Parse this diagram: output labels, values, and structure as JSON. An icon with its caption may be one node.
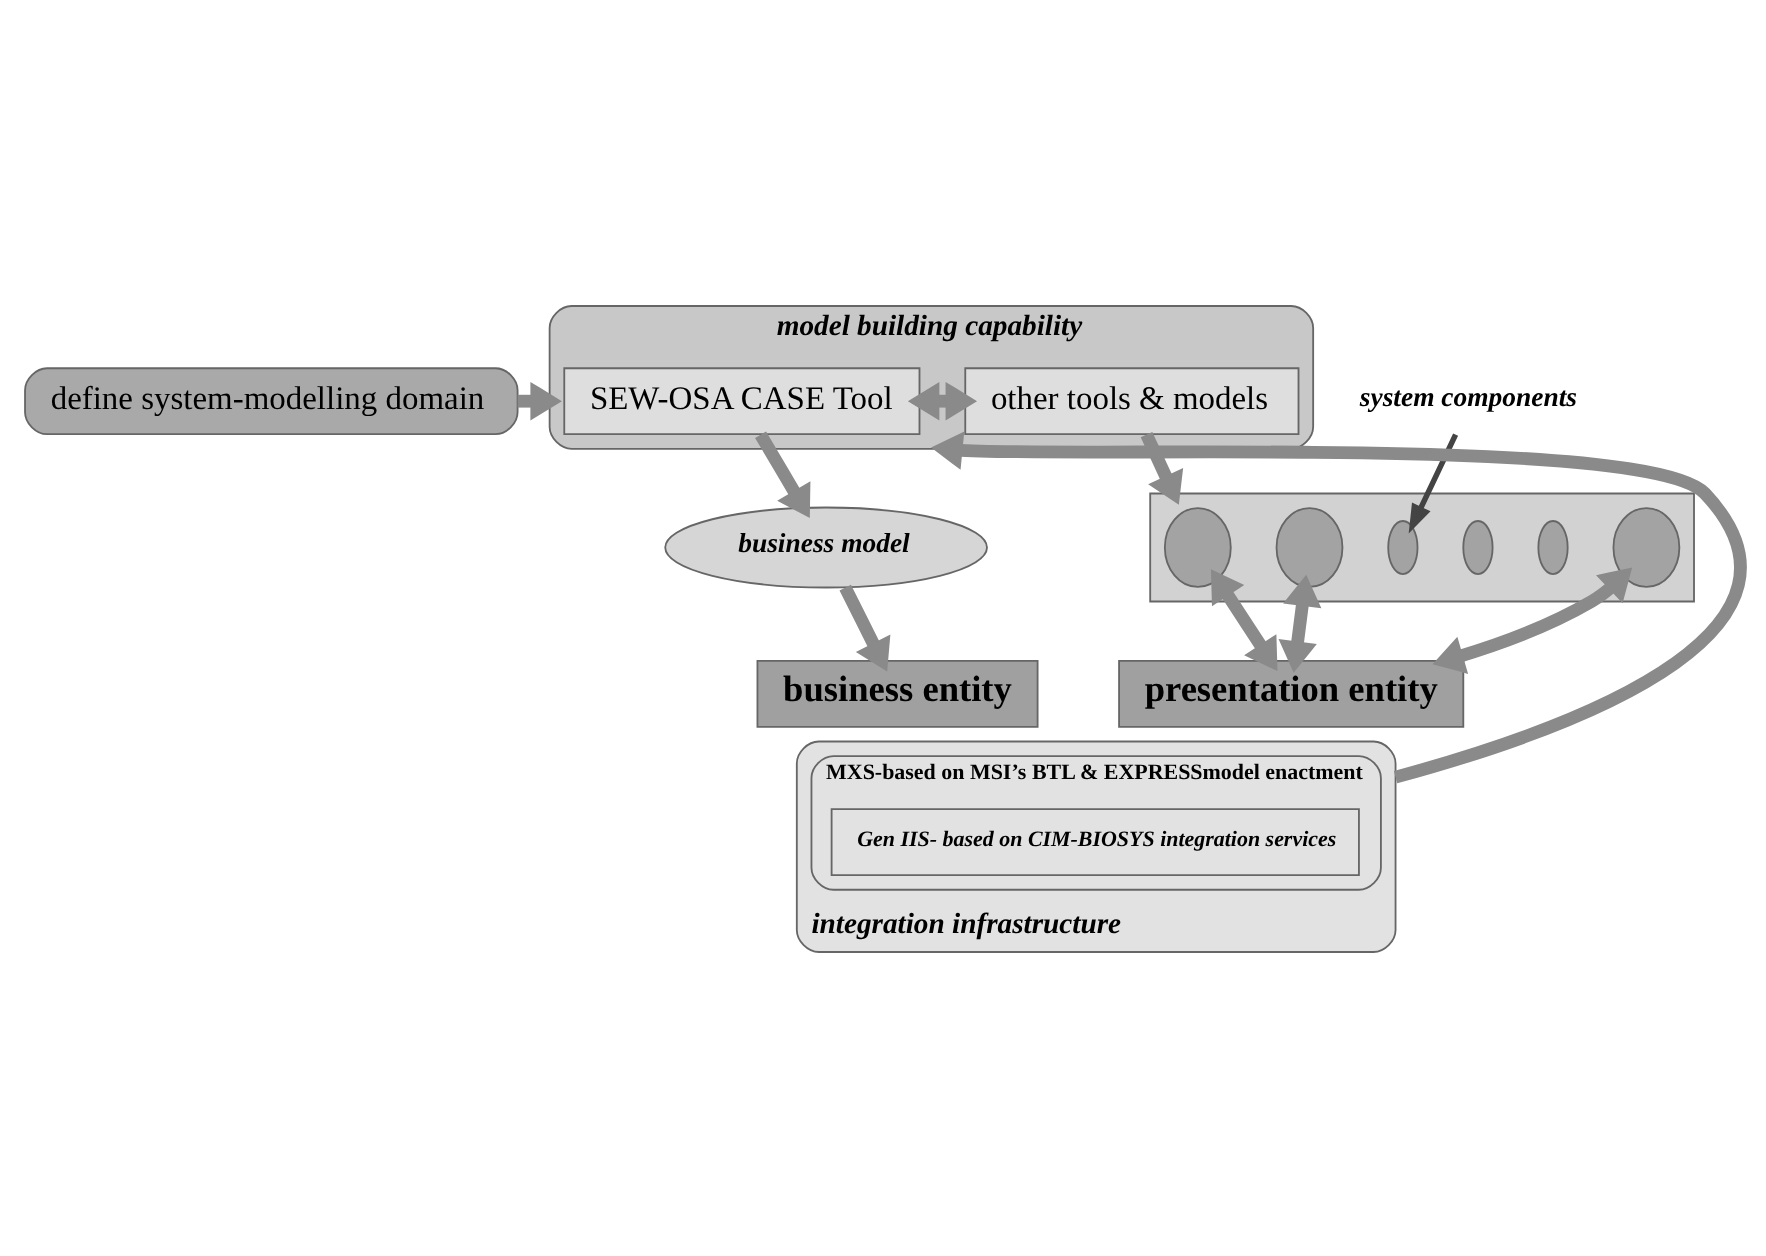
{
  "diagram": {
    "nodes": [
      {
        "text": [
          "define system-modelling domain"
        ]
      },
      {
        "text": [
          "model building capability"
        ]
      },
      {
        "text": [
          "SEW-OSA CASE Tool"
        ],
        "in": 1
      },
      {
        "text": [
          "other tools & models"
        ],
        "in": 1
      },
      {
        "text": [
          "business model"
        ]
      },
      {
        "text": [],
        "shape": "box"
      },
      {
        "text": [],
        "shape": "circle",
        "in": 5
      },
      {
        "text": [],
        "shape": "circle",
        "in": 5
      },
      {
        "text": [],
        "shape": "circle",
        "in": 5
      },
      {
        "text": [],
        "shape": "circle",
        "in": 5
      },
      {
        "text": [],
        "shape": "circle",
        "in": 5
      },
      {
        "text": [],
        "shape": "circle",
        "in": 5
      },
      {
        "text": [
          "system components"
        ]
      },
      {
        "text": [
          "business entity"
        ]
      },
      {
        "text": [
          "presentation entity"
        ]
      },
      {
        "text": [
          "integration infrastructure"
        ]
      },
      {
        "text": [
          "MXS-based on MSI’s BTL & EXPRESSmodel enactment"
        ],
        "in": 15
      },
      {
        "text": [
          "Gen IIS- based on CIM-BIOSYS integration services"
        ],
        "in": 16
      }
    ],
    "edges": [
      {
        "from": 0,
        "to": 1,
        "arrow": "to"
      },
      {
        "from": 2,
        "to": 3,
        "arrow": "both"
      },
      {
        "from": 2,
        "to": 4,
        "arrow": "to"
      },
      {
        "from": 3,
        "to": 5,
        "arrow": "to"
      },
      {
        "from": 12,
        "to": 8,
        "arrow": "to",
        "color": "#444444"
      },
      {
        "from": 4,
        "to": 13,
        "arrow": "to"
      },
      {
        "from": 6,
        "to": 14,
        "arrow": "both"
      },
      {
        "from": 7,
        "to": 14,
        "arrow": "both"
      },
      {
        "from": 11,
        "to": 14,
        "arrow": "both"
      },
      {
        "from": 15,
        "to": 1,
        "arrow": "to"
      }
    ]
  }
}
